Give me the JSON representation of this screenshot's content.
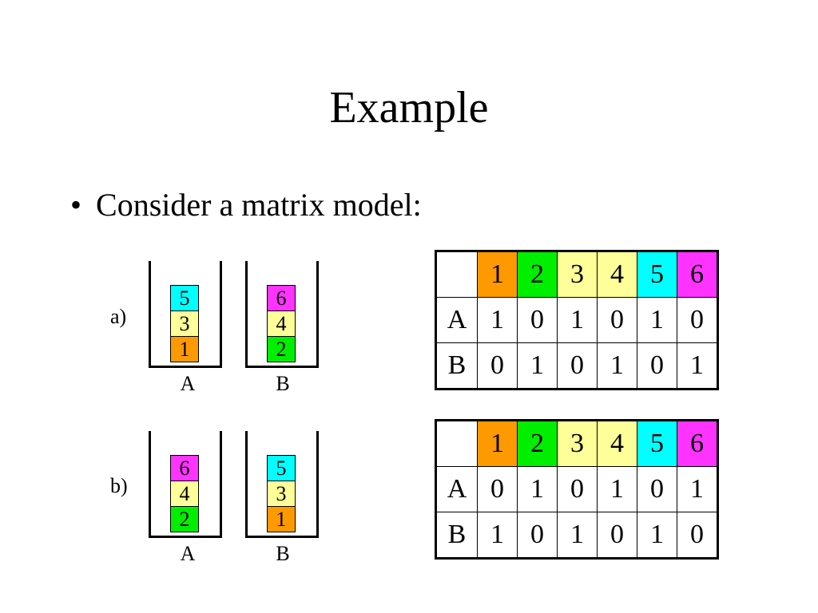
{
  "title": "Example",
  "bullet": {
    "marker": "•",
    "text": "Consider a matrix model:"
  },
  "colors": {
    "1": "#ff9900",
    "2": "#00ee00",
    "3": "#ffff99",
    "4": "#ffff99",
    "5": "#00ffff",
    "6": "#ff33ff"
  },
  "scenarios": [
    {
      "label": "a)",
      "containers": [
        {
          "name": "A",
          "blocks": [
            "5",
            "3",
            "1"
          ]
        },
        {
          "name": "B",
          "blocks": [
            "6",
            "4",
            "2"
          ]
        }
      ],
      "matrix": {
        "header": [
          "1",
          "2",
          "3",
          "4",
          "5",
          "6"
        ],
        "rows": [
          {
            "label": "A",
            "values": [
              "1",
              "0",
              "1",
              "0",
              "1",
              "0"
            ]
          },
          {
            "label": "B",
            "values": [
              "0",
              "1",
              "0",
              "1",
              "0",
              "1"
            ]
          }
        ]
      }
    },
    {
      "label": "b)",
      "containers": [
        {
          "name": "A",
          "blocks": [
            "6",
            "4",
            "2"
          ]
        },
        {
          "name": "B",
          "blocks": [
            "5",
            "3",
            "1"
          ]
        }
      ],
      "matrix": {
        "header": [
          "1",
          "2",
          "3",
          "4",
          "5",
          "6"
        ],
        "rows": [
          {
            "label": "A",
            "values": [
              "0",
              "1",
              "0",
              "1",
              "0",
              "1"
            ]
          },
          {
            "label": "B",
            "values": [
              "1",
              "0",
              "1",
              "0",
              "1",
              "0"
            ]
          }
        ]
      }
    }
  ]
}
